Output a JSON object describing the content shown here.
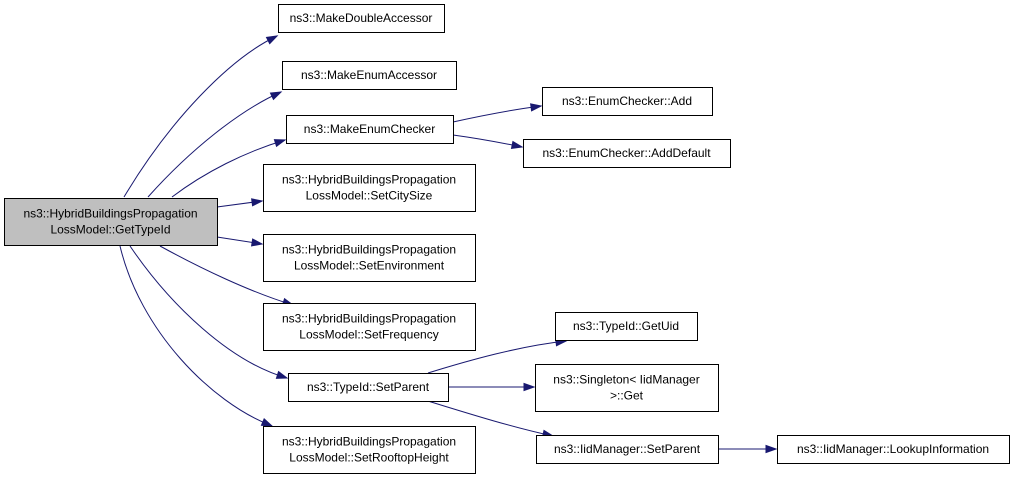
{
  "colors": {
    "root_fill": "#bfbfbf",
    "node_fill": "#ffffff",
    "edge": "#191970",
    "border": "#000000"
  },
  "nodes": [
    {
      "id": "root",
      "lines": [
        "ns3::HybridBuildingsPropagation",
        "LossModel::GetTypeId"
      ],
      "is_root": true
    },
    {
      "id": "make-double-accessor",
      "lines": [
        "ns3::MakeDoubleAccessor"
      ]
    },
    {
      "id": "make-enum-accessor",
      "lines": [
        "ns3::MakeEnumAccessor"
      ]
    },
    {
      "id": "make-enum-checker",
      "lines": [
        "ns3::MakeEnumChecker"
      ]
    },
    {
      "id": "set-city-size",
      "lines": [
        "ns3::HybridBuildingsPropagation",
        "LossModel::SetCitySize"
      ]
    },
    {
      "id": "set-environment",
      "lines": [
        "ns3::HybridBuildingsPropagation",
        "LossModel::SetEnvironment"
      ]
    },
    {
      "id": "set-frequency",
      "lines": [
        "ns3::HybridBuildingsPropagation",
        "LossModel::SetFrequency"
      ]
    },
    {
      "id": "typeid-set-parent",
      "lines": [
        "ns3::TypeId::SetParent"
      ]
    },
    {
      "id": "set-rooftop-height",
      "lines": [
        "ns3::HybridBuildingsPropagation",
        "LossModel::SetRooftopHeight"
      ]
    },
    {
      "id": "enum-checker-add",
      "lines": [
        "ns3::EnumChecker::Add"
      ]
    },
    {
      "id": "enum-checker-add-default",
      "lines": [
        "ns3::EnumChecker::AddDefault"
      ]
    },
    {
      "id": "typeid-get-uid",
      "lines": [
        "ns3::TypeId::GetUid"
      ]
    },
    {
      "id": "singleton-get",
      "lines": [
        "ns3::Singleton< IidManager",
        ">::Get"
      ]
    },
    {
      "id": "iid-manager-set-parent",
      "lines": [
        "ns3::IidManager::SetParent"
      ]
    },
    {
      "id": "iid-manager-lookup",
      "lines": [
        "ns3::IidManager::LookupInformation"
      ]
    }
  ],
  "edges": [
    {
      "from": "root",
      "to": "make-double-accessor"
    },
    {
      "from": "root",
      "to": "make-enum-accessor"
    },
    {
      "from": "root",
      "to": "make-enum-checker"
    },
    {
      "from": "root",
      "to": "set-city-size"
    },
    {
      "from": "root",
      "to": "set-environment"
    },
    {
      "from": "root",
      "to": "set-frequency"
    },
    {
      "from": "root",
      "to": "typeid-set-parent"
    },
    {
      "from": "root",
      "to": "set-rooftop-height"
    },
    {
      "from": "make-enum-checker",
      "to": "enum-checker-add"
    },
    {
      "from": "make-enum-checker",
      "to": "enum-checker-add-default"
    },
    {
      "from": "typeid-set-parent",
      "to": "typeid-get-uid"
    },
    {
      "from": "typeid-set-parent",
      "to": "singleton-get"
    },
    {
      "from": "typeid-set-parent",
      "to": "iid-manager-set-parent"
    },
    {
      "from": "iid-manager-set-parent",
      "to": "iid-manager-lookup"
    }
  ]
}
